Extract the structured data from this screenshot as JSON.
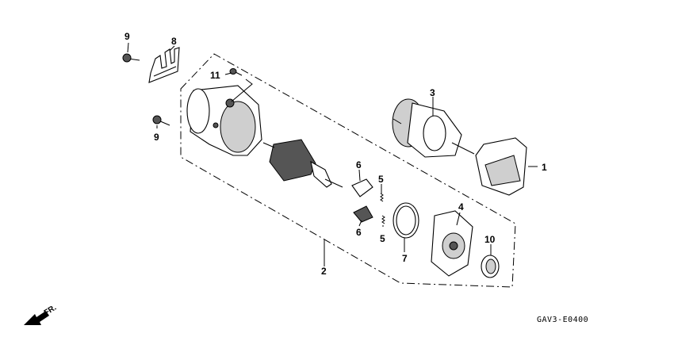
{
  "diagram": {
    "code": "GAV3-E0400",
    "direction_label": "FR.",
    "callouts": {
      "c1": "1",
      "c2": "2",
      "c3": "3",
      "c4": "4",
      "c5a": "5",
      "c5b": "5",
      "c6a": "6",
      "c6b": "6",
      "c7": "7",
      "c8": "8",
      "c9a": "9",
      "c9b": "9",
      "c10": "10",
      "c11": "11"
    }
  }
}
